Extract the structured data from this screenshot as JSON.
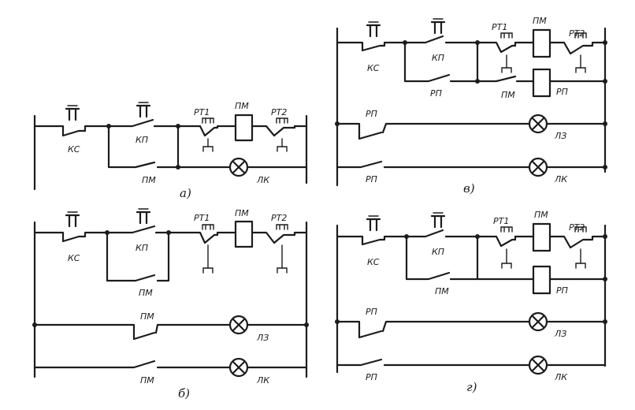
{
  "diagrams": {
    "a": {
      "caption": "а)",
      "labels": {
        "ks": "КС",
        "kp": "КП",
        "rt1": "РТ1",
        "pm_coil": "ПМ",
        "rt2": "РТ2",
        "pm_contact": "ПМ",
        "lamp_lk": "ЛК"
      }
    },
    "b": {
      "caption": "б)",
      "labels": {
        "ks": "КС",
        "kp": "КП",
        "rt1": "РТ1",
        "pm_coil": "ПМ",
        "rt2": "РТ2",
        "pm_contact": "ПМ",
        "pm_lz": "ПМ",
        "lamp_lz": "ЛЗ",
        "pm_lk": "ПМ",
        "lamp_lk": "ЛК"
      }
    },
    "v": {
      "caption": "в)",
      "labels": {
        "ks": "КС",
        "kp": "КП",
        "rt1": "РТ1",
        "pm_coil": "ПМ",
        "rt2": "РТ2",
        "rp_contact": "РП",
        "pm_contact": "ПМ",
        "rp_coil": "РП",
        "rp_lz": "РП",
        "lamp_lz": "ЛЗ",
        "rp_lk": "РП",
        "lamp_lk": "ЛК"
      }
    },
    "g": {
      "caption": "г)",
      "labels": {
        "ks": "КС",
        "kp": "КП",
        "rt1": "РТ1",
        "pm_coil": "ПМ",
        "rt2": "РТ2",
        "pm_contact": "ПМ",
        "rp_coil": "РП",
        "rp_lz": "РП",
        "lamp_lz": "ЛЗ",
        "rp_lk": "РП",
        "lamp_lk": "ЛК"
      }
    }
  }
}
